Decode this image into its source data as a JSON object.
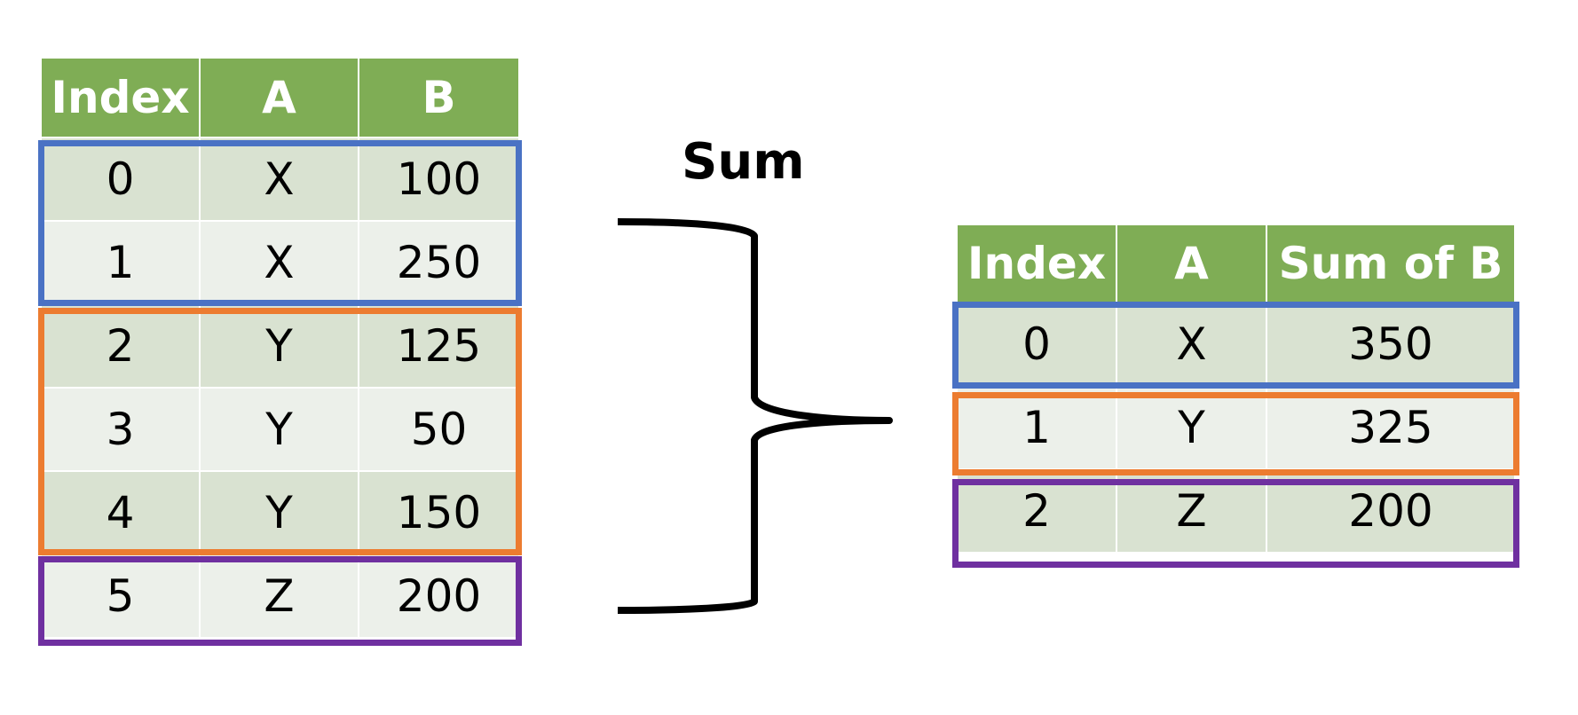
{
  "left_table": {
    "headers": [
      "Index",
      "A",
      "B"
    ],
    "rows": [
      [
        "0",
        "X",
        "100"
      ],
      [
        "1",
        "X",
        "250"
      ],
      [
        "2",
        "Y",
        "125"
      ],
      [
        "3",
        "Y",
        "50"
      ],
      [
        "4",
        "Y",
        "150"
      ],
      [
        "5",
        "Z",
        "200"
      ]
    ]
  },
  "operation": {
    "label": "Sum"
  },
  "right_table": {
    "headers": [
      "Index",
      "A",
      "Sum of B"
    ],
    "rows": [
      [
        "0",
        "X",
        "350"
      ],
      [
        "1",
        "Y",
        "325"
      ],
      [
        "2",
        "Z",
        "200"
      ]
    ]
  },
  "colors": {
    "header_green": "#7fad55",
    "row_dark": "#d9e2d1",
    "row_light": "#ecf0ea",
    "group_x": "#4a72c4",
    "group_y": "#ec7c30",
    "group_z": "#6f30a0"
  }
}
